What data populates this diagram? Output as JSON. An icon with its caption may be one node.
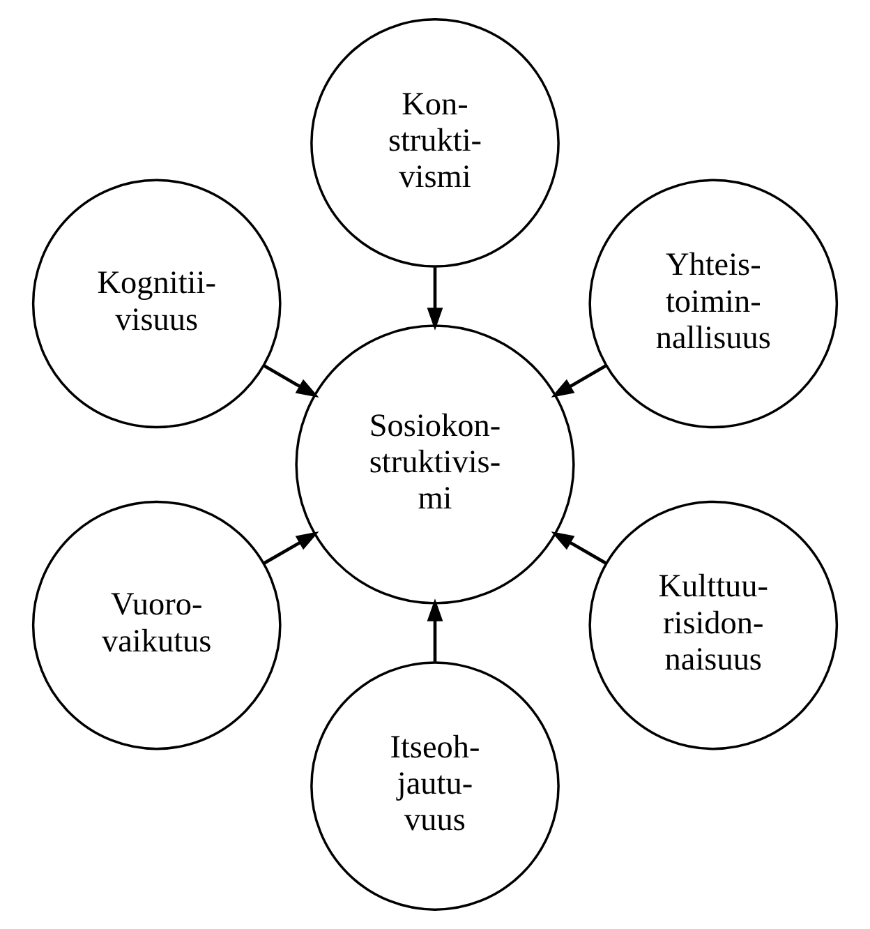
{
  "diagram": {
    "nodes": [
      {
        "text": [
          "Yhteis- toimin- nallisuus"
        ]
      },
      {
        "text": [
          "Kon- strukti- vismi"
        ]
      },
      {
        "text": [
          "Kognitii- visuus"
        ]
      },
      {
        "text": [
          "Sosiokon- struktivis- mi"
        ]
      },
      {
        "text": [
          "Vuoro- vaikutus"
        ]
      },
      {
        "text": [
          "Itseoh- jautu- vuus"
        ]
      },
      {
        "text": [
          "Kulttuu- risidon- naisuus"
        ]
      }
    ],
    "edges": [
      {
        "from": 0,
        "to": 3,
        "arrow": "to"
      },
      {
        "from": 1,
        "to": 3,
        "arrow": "to"
      },
      {
        "from": 2,
        "to": 3,
        "arrow": "to"
      },
      {
        "from": 4,
        "to": 3,
        "arrow": "to"
      },
      {
        "from": 5,
        "to": 3,
        "arrow": "to"
      },
      {
        "from": 6,
        "to": 3,
        "arrow": "to"
      }
    ]
  }
}
